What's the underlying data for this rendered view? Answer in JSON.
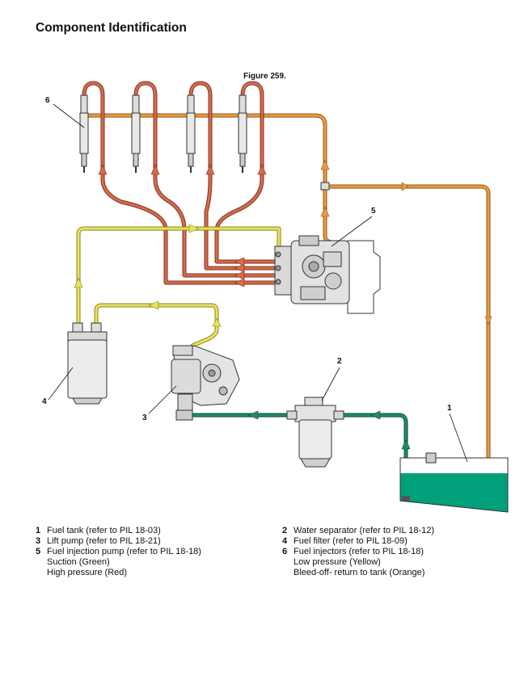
{
  "page": {
    "title": "Component Identification",
    "figure_label": "Figure 259."
  },
  "callouts": {
    "fuel_injectors": "6",
    "injection_pump": "5",
    "water_separator": "2",
    "fuel_tank": "1",
    "fuel_filter": "4",
    "lift_pump": "3"
  },
  "legend": {
    "left": [
      {
        "num": "1",
        "text": "Fuel tank (refer to PIL 18-03)"
      },
      {
        "num": "3",
        "text": "Lift pump (refer to PIL 18-21)"
      },
      {
        "num": "5",
        "text": "Fuel injection pump (refer to PIL 18-18)"
      }
    ],
    "left_notes": [
      "Suction (Green)",
      "High pressure (Red)"
    ],
    "right": [
      {
        "num": "2",
        "text": "Water separator (refer to PIL 18-12)"
      },
      {
        "num": "4",
        "text": "Fuel filter (refer to PIL 18-09)"
      },
      {
        "num": "6",
        "text": "Fuel injectors (refer to PIL 18-18)"
      }
    ],
    "right_notes": [
      "Low pressure (Yellow)",
      "Bleed-off- return to tank (Orange)"
    ]
  },
  "colors": {
    "suction_green": "#1e8e6e",
    "high_pressure_red": "#d9694a",
    "low_pressure_yellow": "#e8e35a",
    "bleed_off_orange": "#ee9a3c",
    "tank_fuel": "#00a07a"
  }
}
